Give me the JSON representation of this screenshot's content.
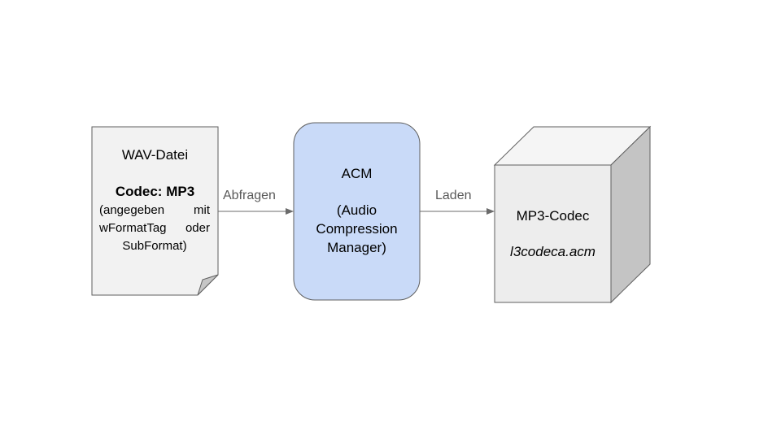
{
  "document_node": {
    "title": "WAV-Datei",
    "codec_label": "Codec:",
    "codec_value": "MP3",
    "note_line1_a": "(angegeben",
    "note_line1_b": "mit",
    "note_line2_a": "wFormatTag",
    "note_line2_b": "oder",
    "note_line3": "SubFormat)"
  },
  "acm_node": {
    "title": "ACM",
    "subtitle_line1": "(Audio",
    "subtitle_line2": "Compression",
    "subtitle_line3": "Manager)"
  },
  "codec_node": {
    "title": "MP3-Codec",
    "filename": "l3codeca.acm"
  },
  "edges": {
    "query_label": "Abfragen",
    "load_label": "Laden"
  },
  "colors": {
    "document_fill": "#f2f2f2",
    "acm_fill": "#c9daf8",
    "cube_front": "#ededed",
    "cube_top": "#f5f5f5",
    "cube_side": "#c4c4c4",
    "stroke": "#5f5f5f",
    "arrow": "#6b6b6b"
  }
}
